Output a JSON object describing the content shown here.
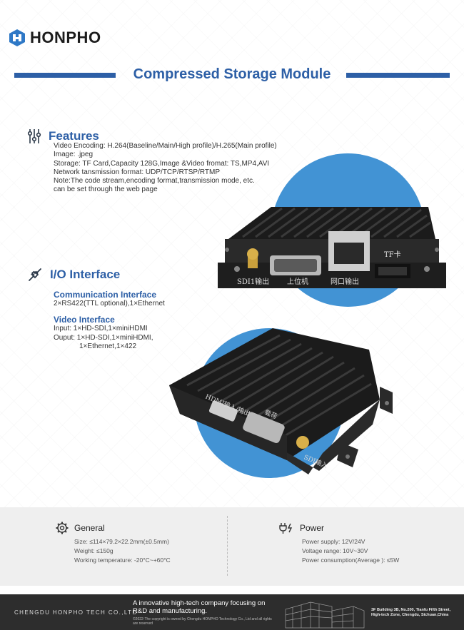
{
  "brand": {
    "name": "HONPHO"
  },
  "title": "Compressed Storage Module",
  "features": {
    "heading": "Features",
    "lines": [
      "Video Encoding: H.264(Baseline/Main/High profile)/H.265(Main profile)",
      "Image: .jpeg",
      "Storage: TF Card,Capacity 128G,Image &Video fromat: TS,MP4,AVI",
      "Network tansmission format: UDP/TCP/RTSP/RTMP",
      "Note:The code stream,encoding format,transmission mode, etc.",
      "can be set through the web page"
    ]
  },
  "io": {
    "heading": "I/O Interface",
    "comm_title": "Communication Interface",
    "comm_text": "2×RS422(TTL optional),1×Ethernet",
    "video_title": "Video Interface",
    "video_lines": [
      "Input: 1×HD-SDI,1×miniHDMI",
      "Ouput: 1×HD-SDI,1×miniHDMI,",
      "1×Ethernet,1×422"
    ]
  },
  "device_top": {
    "labels": [
      "SDI1输出",
      "上位机",
      "网口输出",
      "TF卡"
    ]
  },
  "device_bottom": {
    "labels": [
      "HDMI输入/输出",
      "载荷",
      "SDI输入"
    ]
  },
  "general": {
    "title": "General",
    "lines": [
      "Size: ≤114×79.2×22.2mm(±0.5mm)",
      "Weight: ≤150g",
      "Working temperature: -20°C~+60°C"
    ]
  },
  "power": {
    "title": "Power",
    "lines": [
      "Power supply: 12V/24V",
      "Voltage range: 10V~30V",
      "Power consumption(Average ): ≤5W"
    ]
  },
  "footer": {
    "company": "CHENGDU HONPHO TECH CO.,LTD",
    "slogan": "A innovative high-tech company focusing on R&D and manufacturing.",
    "copyright": "©2022-The copyright is owned by Chengdu HONPHO Technology Co., Ltd and all rights are reserved",
    "address": "3F Building 3B, No.200, Tianfu Fifth Street, High-tech Zone, Chengdu, Sichuan,China"
  },
  "colors": {
    "accent": "#2d5fa6",
    "circle": "#4293d4",
    "footer_bg": "#2d2d2d",
    "spec_bg": "#efefef"
  }
}
